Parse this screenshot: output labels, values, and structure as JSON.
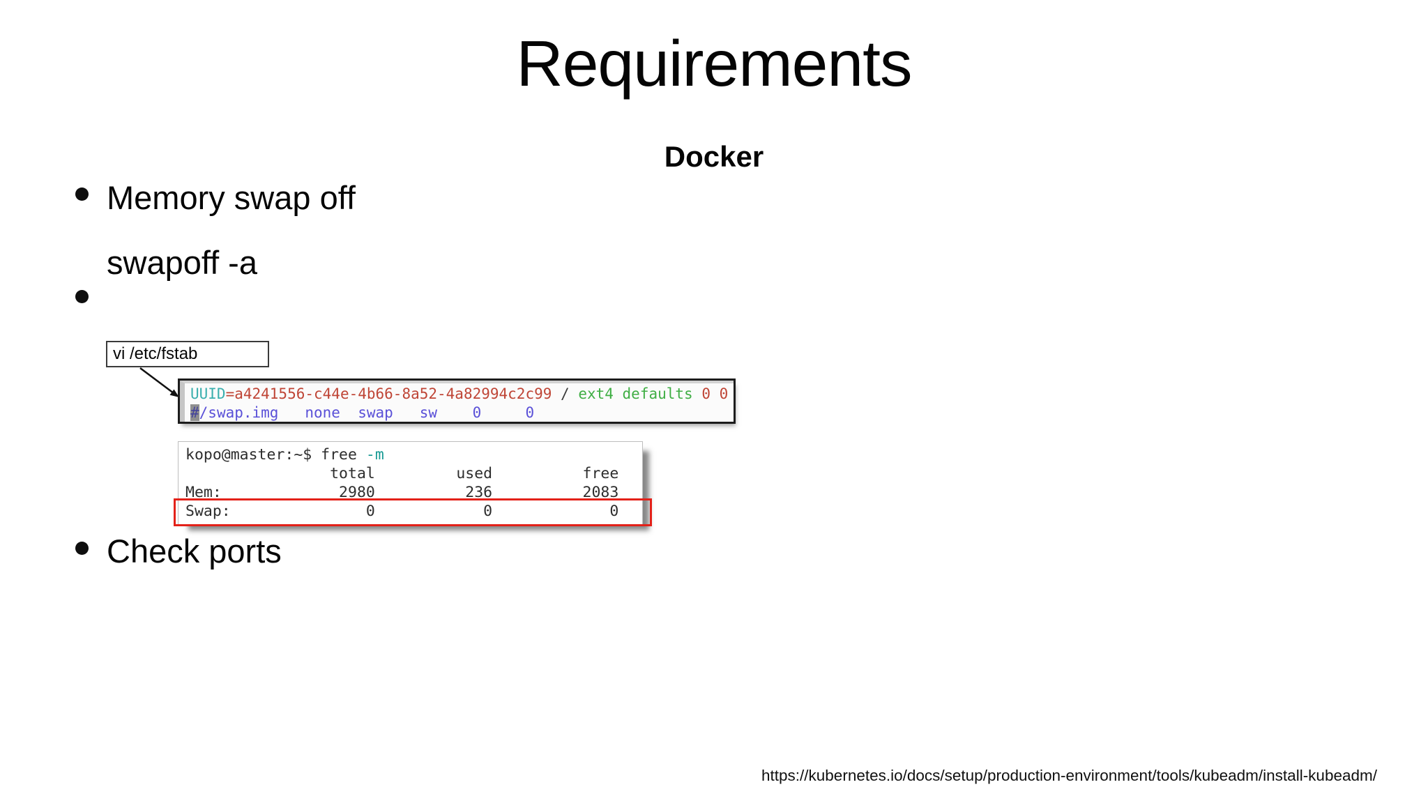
{
  "slide": {
    "title": "Requirements",
    "subtitle": "Docker",
    "bullet_memory_swap": "Memory swap off",
    "swapoff_command": "swapoff -a",
    "bullet_check_ports": "Check ports",
    "callout_command": "vi /etc/fstab",
    "footer_url": "https://kubernetes.io/docs/setup/production-environment/tools/kubeadm/install-kubeadm/"
  },
  "fstab_terminal": {
    "uuid_key": "UUID",
    "uuid_value": "=a4241556-c44e-4b66-8a52-4a82994c2c99",
    "separator": " / ",
    "fs_options": "ext4 defaults",
    "dump_pass": " 0 0",
    "cursor_char": "#",
    "swap_line_rest": "/swap.img   none  swap   sw    0     0"
  },
  "free_terminal": {
    "prompt": "kopo@master:~$ free ",
    "flag": "-m",
    "header_row": "                total         used          free",
    "mem_row": "Mem:             2980          236          2083",
    "swap_row": "Swap:               0            0             0"
  },
  "colors": {
    "highlight_frame": "#e32119",
    "terminal_cyan": "#3aafae",
    "terminal_red": "#bf4536",
    "terminal_green": "#3fae44",
    "terminal_purple": "#5a50d8",
    "terminal_teal": "#189a94"
  }
}
